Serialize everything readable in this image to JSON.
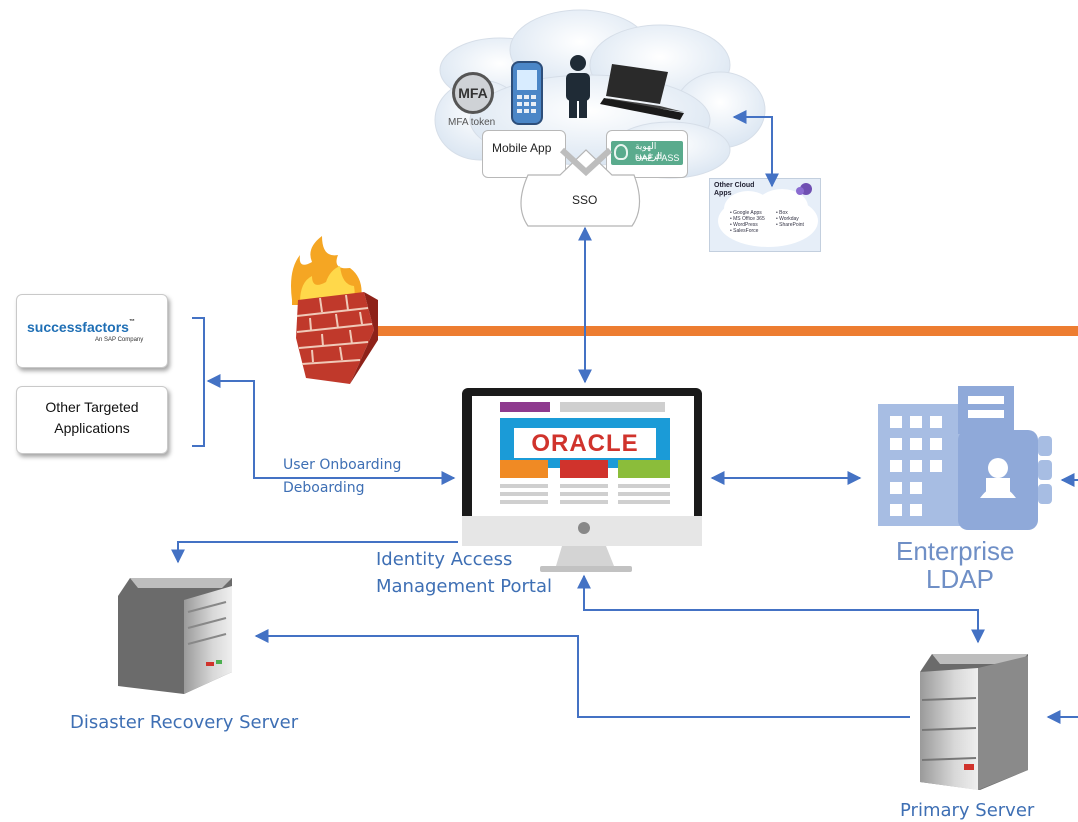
{
  "colors": {
    "arrow": "#4472c4",
    "label_blue": "#3e6fb4",
    "firewall_line": "#ed7d31",
    "oracle_red": "#d0332c",
    "ldap_blue": "#8fa9d9"
  },
  "cloud": {
    "mfa_badge": "MFA",
    "mfa_caption": "MFA token",
    "mobile_app": "Mobile App",
    "uae_pass_arabic": "الهوية الرقمية",
    "uae_pass": "UAE PASS",
    "sso": "SSO"
  },
  "other_cloud": {
    "title_line1": "Other Cloud",
    "title_line2": "Apps",
    "col1": [
      "• Google Apps",
      "• MS Office 365",
      "• WordPress",
      "• SalesForce"
    ],
    "col2": [
      "• Box",
      "• Workday",
      "• SharePoint"
    ]
  },
  "apps": {
    "sf_logo_a": "success",
    "sf_logo_b": "factors",
    "sf_sub": "An SAP Company",
    "sf_tm": "™",
    "other_line1": "Other Targeted",
    "other_line2": "Applications"
  },
  "labels": {
    "onboarding_line1": "User Onboarding",
    "onboarding_line2": "Deboarding",
    "iam_line1": "Identity Access",
    "iam_line2": "Management Portal",
    "ldap_line1": "Enterprise",
    "ldap_line2": "LDAP",
    "dr_server": "Disaster Recovery Server",
    "primary_server": "Primary Server"
  },
  "portal": {
    "logo": "ORACLE"
  },
  "icons": [
    "mfa-token-icon",
    "mobile-phone-icon",
    "user-icon",
    "laptop-icon",
    "fingerprint-icon",
    "cloud-icon",
    "firewall-icon",
    "monitor-icon",
    "building-icon",
    "server-icon"
  ]
}
